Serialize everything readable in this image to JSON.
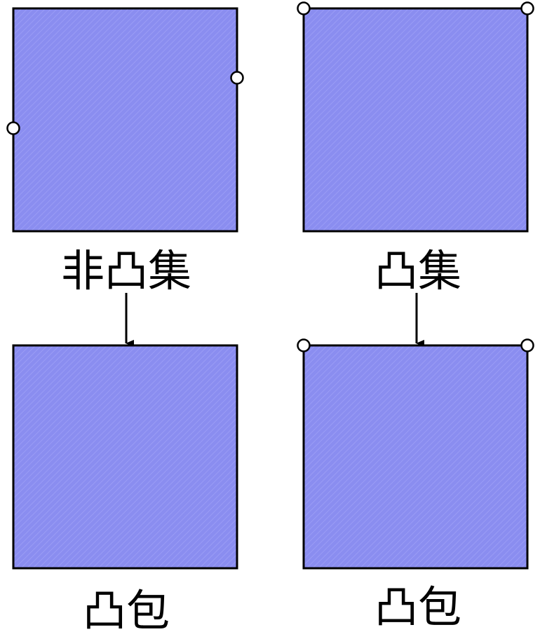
{
  "colors": {
    "fill": "#8a8df0",
    "hatch": "#9a9cf5",
    "stroke": "#000000",
    "marker_fill": "#ffffff"
  },
  "panels": {
    "top_left": {
      "label": "非凸集"
    },
    "top_right": {
      "label": "凸集"
    },
    "bottom_left": {
      "label": "凸包"
    },
    "bottom_right": {
      "label": "凸包"
    }
  },
  "arrows": [
    {
      "from": "top_left",
      "to": "bottom_left"
    },
    {
      "from": "top_right",
      "to": "bottom_right"
    }
  ]
}
